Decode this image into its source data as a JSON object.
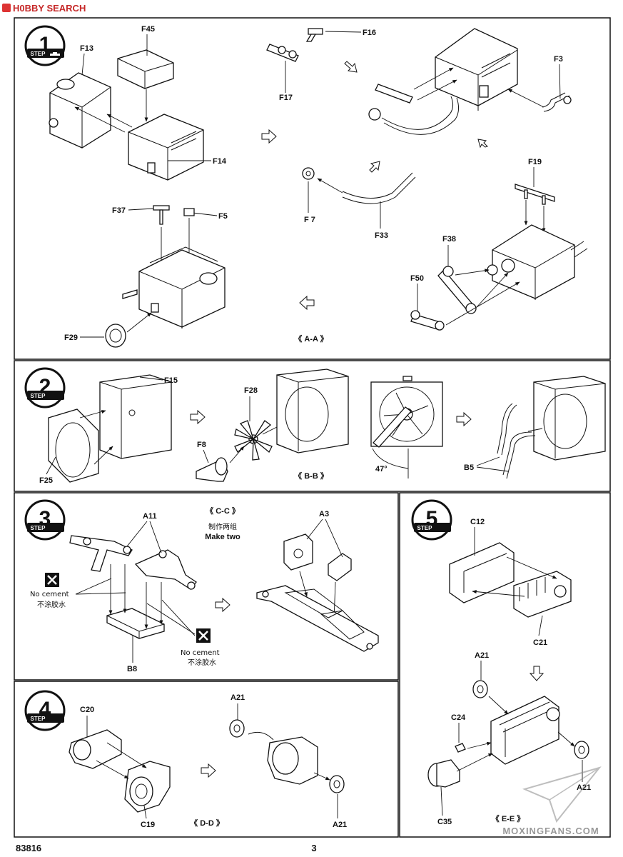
{
  "header": {
    "watermark": "H0BBY SEARCH"
  },
  "footer": {
    "product_code": "83816",
    "page_number": "3"
  },
  "site_watermark": "MOXINGFANS.COM",
  "step_word": "STEP",
  "steps": [
    {
      "number": "1",
      "section_label": "《 A-A 》",
      "parts": {
        "f13": "F13",
        "f45": "F45",
        "f14": "F14",
        "f37": "F37",
        "f5": "F5",
        "f29": "F29",
        "f16": "F16",
        "f17": "F17",
        "f3": "F3",
        "f7": "F 7",
        "f33": "F33",
        "f19": "F19",
        "f38": "F38",
        "f50": "F50"
      }
    },
    {
      "number": "2",
      "section_label": "《 B-B 》",
      "angle": "47°",
      "parts": {
        "f15": "F15",
        "f25": "F25",
        "f28": "F28",
        "f8": "F8",
        "b5": "B5"
      }
    },
    {
      "number": "3",
      "section_label": "《 C-C 》",
      "make_two_cn": "制作两组",
      "make_two_en": "Make two",
      "no_cement_en": "No cement",
      "no_cement_cn": "不涂胶水",
      "parts": {
        "a11": "A11",
        "b8": "B8",
        "a3": "A3"
      }
    },
    {
      "number": "4",
      "section_label": "《 D-D 》",
      "parts": {
        "c20": "C20",
        "c19": "C19",
        "a21_top": "A21",
        "a21_bottom": "A21"
      }
    },
    {
      "number": "5",
      "section_label": "《 E-E 》",
      "parts": {
        "c12": "C12",
        "c21": "C21",
        "a21_top": "A21",
        "c24": "C24",
        "c35": "C35",
        "a21_right": "A21"
      }
    }
  ]
}
